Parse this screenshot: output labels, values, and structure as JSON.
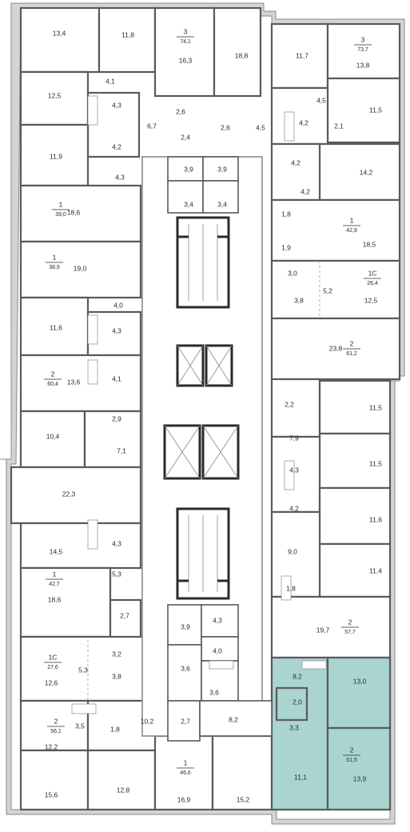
{
  "rooms": [
    {
      "label": "13,4"
    },
    {
      "label": "11,8"
    },
    {
      "label": "16,3"
    },
    {
      "label": "18,8"
    },
    {
      "label": "11,7"
    },
    {
      "label": "13,8"
    },
    {
      "label": "12,5"
    },
    {
      "label": "4,1"
    },
    {
      "label": "4,3"
    },
    {
      "label": "4,2"
    },
    {
      "label": "6,7"
    },
    {
      "label": "2,6"
    },
    {
      "label": "2,4"
    },
    {
      "label": "2,6"
    },
    {
      "label": "4,5"
    },
    {
      "label": "4,5"
    },
    {
      "label": "4,2"
    },
    {
      "label": "2,1"
    },
    {
      "label": "11,5"
    },
    {
      "label": "11,9"
    },
    {
      "label": "4,3"
    },
    {
      "label": "3,9"
    },
    {
      "label": "3,9"
    },
    {
      "label": "4,2"
    },
    {
      "label": "14,2"
    },
    {
      "label": "3,4"
    },
    {
      "label": "3,4"
    },
    {
      "label": "4,2"
    },
    {
      "label": "18,6"
    },
    {
      "label": "1,8"
    },
    {
      "label": "18,5"
    },
    {
      "label": "1,9"
    },
    {
      "label": "19,0"
    },
    {
      "label": "3,0"
    },
    {
      "label": "5,2"
    },
    {
      "label": "3,8"
    },
    {
      "label": "12,5"
    },
    {
      "label": "4,0"
    },
    {
      "label": "11,6"
    },
    {
      "label": "4,3"
    },
    {
      "label": "23,8"
    },
    {
      "label": "4,1"
    },
    {
      "label": "13,6"
    },
    {
      "label": "2,2"
    },
    {
      "label": "11,5"
    },
    {
      "label": "2,9"
    },
    {
      "label": "10,4"
    },
    {
      "label": "7,9"
    },
    {
      "label": "7,1"
    },
    {
      "label": "11,5"
    },
    {
      "label": "4,3"
    },
    {
      "label": "22,3"
    },
    {
      "label": "4,2"
    },
    {
      "label": "11,6"
    },
    {
      "label": "4,3"
    },
    {
      "label": "14,5"
    },
    {
      "label": "9,0"
    },
    {
      "label": "5,3"
    },
    {
      "label": "11,4"
    },
    {
      "label": "1,8"
    },
    {
      "label": "18,6"
    },
    {
      "label": "2,7"
    },
    {
      "label": "3,9"
    },
    {
      "label": "4,3"
    },
    {
      "label": "19,7"
    },
    {
      "label": "3,2"
    },
    {
      "label": "4,0"
    },
    {
      "label": "5,3"
    },
    {
      "label": "3,8"
    },
    {
      "label": "3,6"
    },
    {
      "label": "8,2"
    },
    {
      "label": "13,0"
    },
    {
      "label": "12,6"
    },
    {
      "label": "3,6"
    },
    {
      "label": "2,0"
    },
    {
      "label": "3,3"
    },
    {
      "label": "3,5"
    },
    {
      "label": "1,8"
    },
    {
      "label": "10,2"
    },
    {
      "label": "2,7"
    },
    {
      "label": "8,2"
    },
    {
      "label": "12,2"
    },
    {
      "label": "15,6"
    },
    {
      "label": "12,8"
    },
    {
      "label": "16,9"
    },
    {
      "label": "15,2"
    },
    {
      "label": "11,1"
    },
    {
      "label": "13,9"
    }
  ],
  "badges": [
    {
      "rooms": "3",
      "area": "74,1"
    },
    {
      "rooms": "3",
      "area": "73,7"
    },
    {
      "rooms": "1",
      "area": "39,0"
    },
    {
      "rooms": "1",
      "area": "42,9"
    },
    {
      "rooms": "1",
      "area": "38,9"
    },
    {
      "rooms": "1С",
      "area": "26,4"
    },
    {
      "rooms": "2",
      "area": "61,2"
    },
    {
      "rooms": "2",
      "area": "60,4"
    },
    {
      "rooms": "1",
      "area": "42,7"
    },
    {
      "rooms": "2",
      "area": "57,7"
    },
    {
      "rooms": "1С",
      "area": "27,6"
    },
    {
      "rooms": "2",
      "area": "56,1"
    },
    {
      "rooms": "2",
      "area": "51,5"
    },
    {
      "rooms": "1",
      "area": "46,6"
    }
  ],
  "colors": {
    "highlight": "#a9d4d0",
    "walls": "#d4d4d4",
    "lines": "#5a5a5a"
  }
}
